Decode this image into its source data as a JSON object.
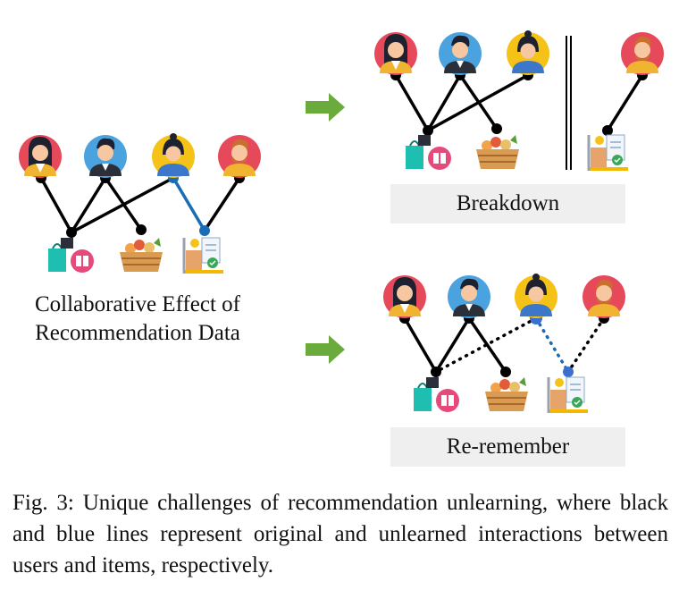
{
  "left_caption": "Collaborative Effect of Recommendation Data",
  "breakdown_label": "Breakdown",
  "reremember_label": "Re-remember",
  "figure_caption": "Fig. 3: Unique challenges of recommendation unlearning, where black and blue lines represent original and unlearned interactions between users and items, respectively.",
  "colors": {
    "original_line": "#000000",
    "unlearned_line": "#1a6cb5",
    "arrow": "#6aab3c",
    "label_background": "#efefef"
  },
  "icons": {
    "users": [
      "woman-avatar-icon",
      "man-avatar-icon",
      "hooded-woman-avatar-icon",
      "bearded-man-avatar-icon"
    ],
    "items": [
      "shopping-bags-icon",
      "food-basket-icon",
      "cart-checklist-icon"
    ]
  }
}
